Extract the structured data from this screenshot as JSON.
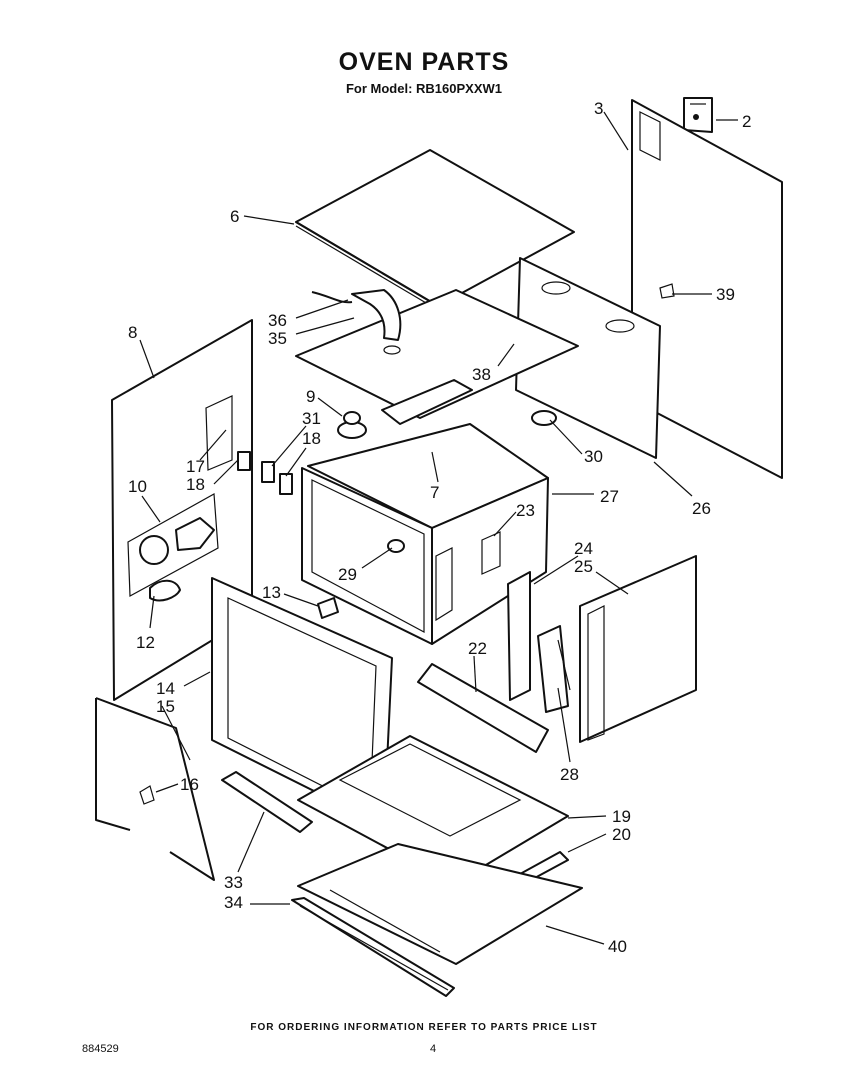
{
  "header": {
    "title": "OVEN PARTS",
    "model_line": "For Model: RB160PXXW1"
  },
  "footer": {
    "note": "FOR ORDERING INFORMATION REFER TO PARTS PRICE LIST",
    "doc_id": "884529",
    "page_number": "4"
  },
  "callouts": {
    "c2": "2",
    "c3": "3",
    "c6": "6",
    "c36": "36",
    "c35": "35",
    "c39": "39",
    "c8": "8",
    "c38": "38",
    "c9": "9",
    "c31": "31",
    "c18a": "18",
    "c17": "17",
    "c18b": "18",
    "c30": "30",
    "c7": "7",
    "c27": "27",
    "c26": "26",
    "c10": "10",
    "c23": "23",
    "c24": "24",
    "c25": "25",
    "c29": "29",
    "c13": "13",
    "c12": "12",
    "c22": "22",
    "c14": "14",
    "c15": "15",
    "c16": "16",
    "c28": "28",
    "c19": "19",
    "c20": "20",
    "c33": "33",
    "c34": "34",
    "c40": "40"
  }
}
